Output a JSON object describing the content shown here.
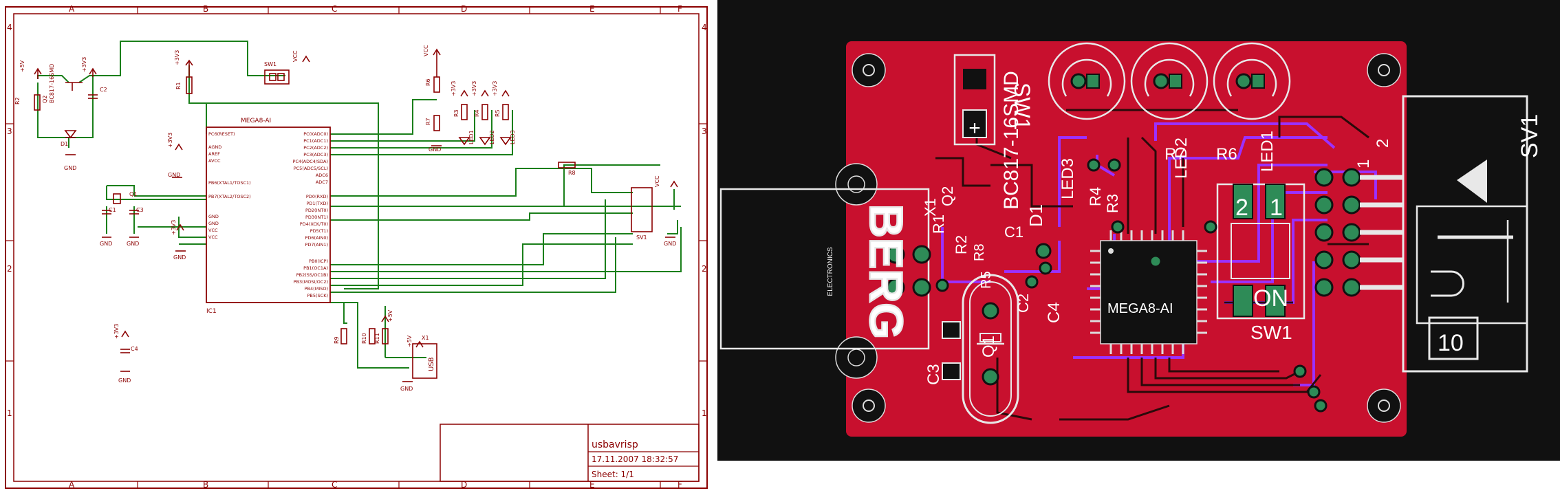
{
  "schematic": {
    "frame_cols": [
      "A",
      "B",
      "C",
      "D",
      "E",
      "F"
    ],
    "frame_rows": [
      "4",
      "3",
      "2",
      "1"
    ],
    "title_block": {
      "name": "usbavrisp",
      "datetime": "17.11.2007  18:32:57",
      "sheet": "Sheet: 1/1"
    },
    "ic": {
      "name": "MEGA8-AI",
      "ref": "IC1",
      "pins_left": [
        "PC6(RESET)",
        "AGND",
        "AREF",
        "AVCC",
        "PB6(XTAL1/TOSC1)",
        "PB7(XTAL2/TOSC2)",
        "GND",
        "GND",
        "VCC",
        "VCC"
      ],
      "pins_right": [
        "PC0(ADC0)",
        "PC1(ADC1)",
        "PC2(ADC2)",
        "PC3(ADC3)",
        "PC4(ADC4/SDA)",
        "PC5(ADC5/SCL)",
        "ADC6",
        "ADC7",
        "PD0(RXD)",
        "PD1(TXD)",
        "PD2(INT0)",
        "PD3(INT1)",
        "PD4(XCK/T0)",
        "PD5(T1)",
        "PD6(AIN0)",
        "PD7(AIN1)",
        "PB0(ICP)",
        "PB1(OC1A)",
        "PB2(SS/OC1B)",
        "PB3(MOSI/OC2)",
        "PB4(MISO)",
        "PB5(SCK)"
      ]
    },
    "parts": [
      "R2",
      "Q2",
      "BC817-16SMD",
      "D1",
      "C2",
      "R1",
      "SW1",
      "C1",
      "C3",
      "Q1",
      "C4",
      "R6",
      "R7",
      "R3",
      "R4",
      "R5",
      "LED1",
      "LED2",
      "LED3",
      "R8",
      "SV1",
      "R9",
      "R10",
      "R11",
      "X1",
      "USB"
    ],
    "power_labels": [
      "+5V",
      "+3V3",
      "VCC",
      "GND"
    ]
  },
  "pcb": {
    "brand": "BERG",
    "brand_sub": "ELECTRONICS",
    "labels": [
      "SW1",
      "BC817-16SMD",
      "LED3",
      "LED2",
      "LED1",
      "R7",
      "R6",
      "R1",
      "R2",
      "R3",
      "R4",
      "R5",
      "R8",
      "Q2",
      "X1",
      "D1",
      "C1",
      "C2",
      "C3",
      "C4",
      "Q1",
      "MEGA8-AI",
      "SW1",
      "ON",
      "SV1",
      "10"
    ],
    "sw_numbers": [
      "2",
      "1"
    ],
    "sv_pins": [
      "1",
      "2"
    ],
    "colors": {
      "board": "#c8102e",
      "copper_top": "#c8102e",
      "copper_bottom": "#9b30ff",
      "pad": "#2e8b57",
      "silk": "#e8e8e8",
      "background": "#111111"
    }
  }
}
